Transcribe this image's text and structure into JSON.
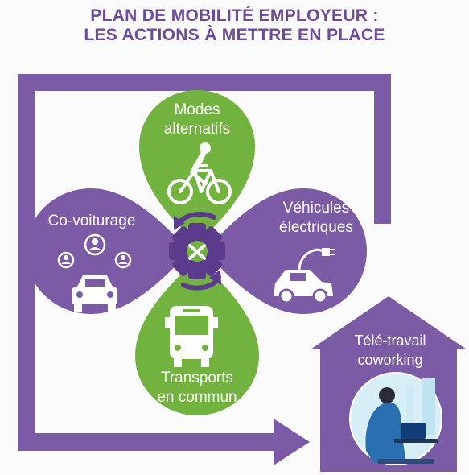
{
  "title": {
    "line1": "PLAN DE MOBILITÉ EMPLOYEUR :",
    "line2": "LES ACTIONS À METTRE EN PLACE"
  },
  "petals": {
    "top": {
      "line1": "Modes",
      "line2": "alternatifs",
      "icon": "bicycle-icon"
    },
    "right": {
      "line1": "Véhicules",
      "line2": "électriques",
      "icon": "electric-car-icon"
    },
    "left": {
      "line1": "Co-voiturage",
      "icon": "car-sharing-icon"
    },
    "bottom": {
      "line1": "Transports",
      "line2": "en commun",
      "icon": "bus-icon"
    }
  },
  "house": {
    "line1": "Télé-travail",
    "line2": "coworking",
    "icon": "person-at-laptop-illustration"
  },
  "colors": {
    "purple": "#7b5aa6",
    "purple_dark": "#5b3b8c",
    "green": "#72b340",
    "title": "#6c4a9e"
  }
}
